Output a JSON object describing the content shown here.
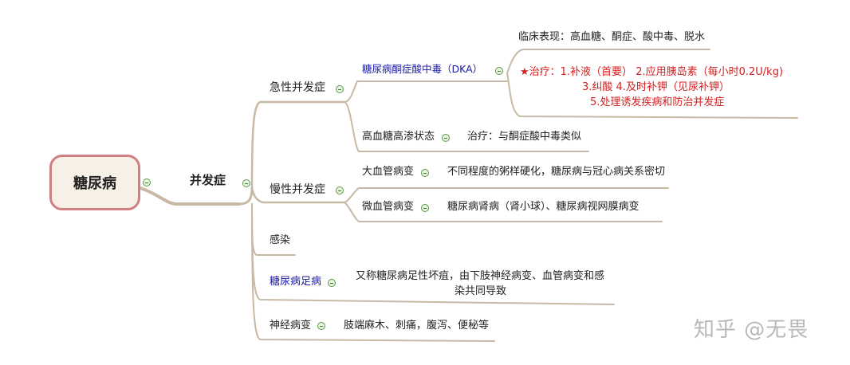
{
  "root": {
    "label": "糖尿病"
  },
  "complication": {
    "label": "并发症"
  },
  "acute": {
    "label": "急性并发症",
    "dka": {
      "label": "糖尿病酮症酸中毒（DKA）",
      "clinical": "临床表现：高血糖、酮症、酸中毒、脱水",
      "treatment_lines": [
        "★治疗：1.补液（首要） 2.应用胰岛素（每小时0.2U/kg)",
        "3.纠酸 4.及时补钾（见尿补钾）",
        "5.处理诱发疾病和防治并发症"
      ]
    },
    "hhs": {
      "label": "高血糖高渗状态",
      "treatment": "治疗：与酮症酸中毒类似"
    }
  },
  "chronic": {
    "label": "慢性并发症",
    "macro": {
      "label": "大血管病变",
      "detail": "不同程度的粥样硬化，糖尿病与冠心病关系密切"
    },
    "micro": {
      "label": "微血管病变",
      "detail": "糖尿病肾病（肾小球）、糖尿病视网膜病变"
    }
  },
  "infection": {
    "label": "感染"
  },
  "foot": {
    "label": "糖尿病足病",
    "detail_lines": [
      "又称糖尿病足性坏疽，由下肢神经病变、血管病变和感",
      "染共同导致"
    ]
  },
  "neuro": {
    "label": "神经病变",
    "detail": "肢端麻木、刺痛，腹泻、便秘等"
  },
  "watermark": "知乎 @无畏",
  "colors": {
    "branch": "#c8b9a6",
    "root_border": "#d08080",
    "toggle": "#5a9a4a",
    "blue": "#1a1aa8",
    "red": "#d42020"
  }
}
